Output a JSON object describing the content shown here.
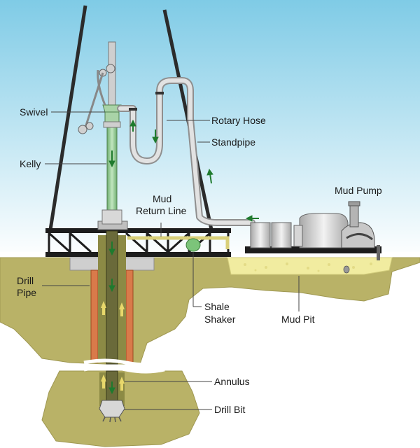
{
  "labels": {
    "swivel": "Swivel",
    "kelly": "Kelly",
    "rotary_hose": "Rotary Hose",
    "standpipe": "Standpipe",
    "mud_return_line_1": "Mud",
    "mud_return_line_2": "Return Line",
    "mud_pump": "Mud Pump",
    "drill_pipe_1": "Drill",
    "drill_pipe_2": "Pipe",
    "shale_shaker_1": "Shale",
    "shale_shaker_2": "Shaker",
    "mud_pit": "Mud Pit",
    "annulus": "Annulus",
    "drill_bit": "Drill Bit"
  },
  "colors": {
    "sky_top": "#7fcbe6",
    "sky_bottom": "#ffffff",
    "ground": "#b9b267",
    "ground_edge": "#c8c276",
    "mud": "#f1eca0",
    "pipe_green": "#9ccf9a",
    "casing_orange": "#d97a4a",
    "hose_gray": "#c9c9c9",
    "steel_dark": "#1d1d1d",
    "arrow_green": "#1f7a2e",
    "arrow_yellow": "#e8d86b"
  }
}
